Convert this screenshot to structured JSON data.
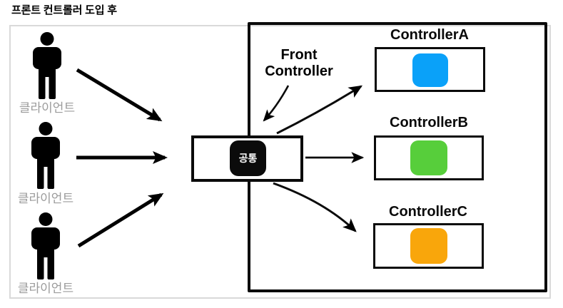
{
  "page": {
    "title": "프론트 컨트롤러 도입 후"
  },
  "clients": [
    {
      "label": "클라이언트"
    },
    {
      "label": "클라이언트"
    },
    {
      "label": "클라이언트"
    }
  ],
  "front_controller": {
    "annotation": "Front Controller",
    "common_label": "공통"
  },
  "controllers": [
    {
      "name": "ControllerA",
      "color": "#0AA1F9"
    },
    {
      "name": "ControllerB",
      "color": "#57CE3B"
    },
    {
      "name": "ControllerC",
      "color": "#F9A60B"
    }
  ],
  "colors": {
    "client_label": "#9B9B9B",
    "outer_border": "#D9D9D9",
    "box_border": "#0A0A0A",
    "common_badge_bg": "#0B0B0B"
  }
}
